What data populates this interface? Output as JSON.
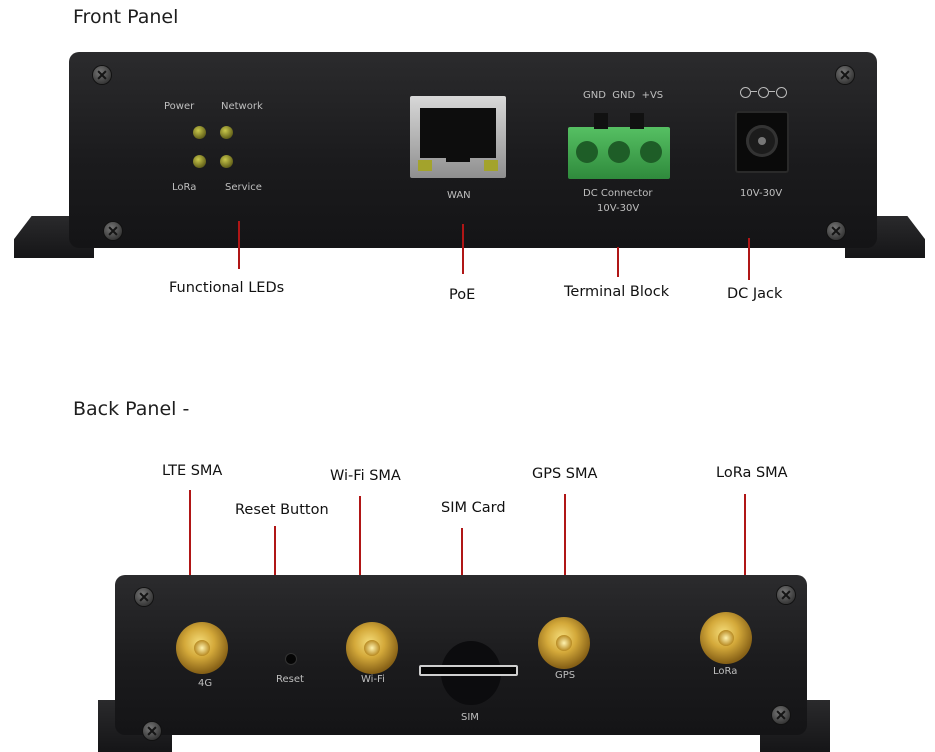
{
  "front_panel": {
    "heading": "Front Panel",
    "led_labels": {
      "power": "Power",
      "network": "Network",
      "lora": "LoRa",
      "service": "Service"
    },
    "wan_label": "WAN",
    "terminal_pins": "GND  GND  +VS",
    "dc_connector_line1": "DC Connector",
    "dc_connector_line2": "10V-30V",
    "dc_jack_voltage": "10V-30V",
    "callouts": {
      "leds": "Functional LEDs",
      "poe": "PoE",
      "terminal_block": "Terminal Block",
      "dc_jack": "DC Jack"
    }
  },
  "back_panel": {
    "heading": "Back Panel -",
    "port_labels": {
      "lte": "4G",
      "reset": "Reset",
      "wifi": "Wi-Fi",
      "sim": "SIM",
      "gps": "GPS",
      "lora": "LoRa"
    },
    "callouts": {
      "lte_sma": "LTE SMA",
      "reset_button": "Reset Button",
      "wifi_sma": "Wi-Fi SMA",
      "sim_card": "SIM Card",
      "gps_sma": "GPS SMA",
      "lora_sma": "LoRa SMA"
    }
  },
  "colors": {
    "callout_line": "#b01616",
    "enclosure": "#1b1b1d",
    "terminal_block": "#3fa34d",
    "sma_gold": "#d4a93a"
  }
}
